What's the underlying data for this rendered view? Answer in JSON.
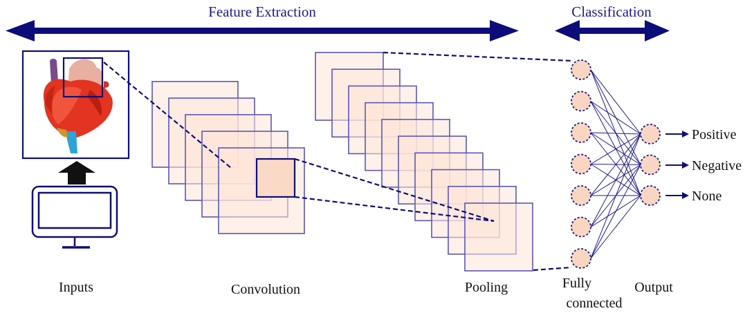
{
  "header": {
    "feature_extraction": "Feature Extraction",
    "classification": "Classification"
  },
  "stages": {
    "inputs": "Inputs",
    "convolution": "Convolution",
    "pooling": "Pooling",
    "fully_connected_line1": "Fully",
    "fully_connected_line2": "connected",
    "output": "Output"
  },
  "outputs": [
    "Positive",
    "Negative",
    "None"
  ],
  "icons": {
    "input_image": "heart-icon",
    "input_device": "monitor-icon",
    "flow": "up-arrow-icon"
  },
  "colors": {
    "primary": "#0d0d7a",
    "map_fill": "#fde6d8",
    "map_stroke": "#5a56b8",
    "neuron_fill": "#f9d6c2"
  },
  "network": {
    "hidden_neurons": 7,
    "output_neurons": 3,
    "conv_maps": 5,
    "pool_maps": 10
  }
}
